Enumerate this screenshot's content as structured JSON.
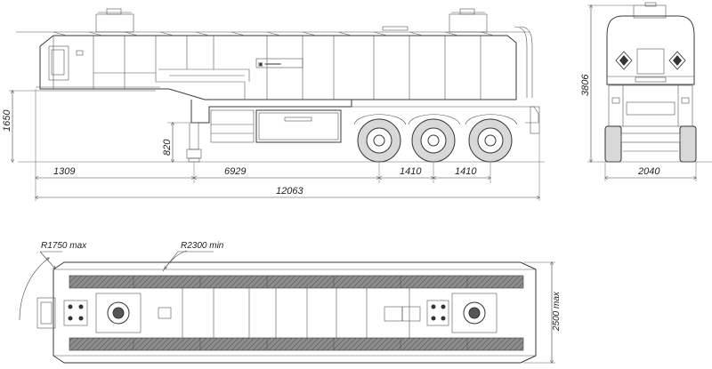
{
  "drawing": {
    "side_view": {
      "dims": {
        "height_1650": "1650",
        "height_820": "820",
        "len_1309": "1309",
        "len_6929": "6929",
        "len_1410_a": "1410",
        "len_1410_b": "1410",
        "total_length": "12063"
      },
      "logo_plate": "▣ ═════"
    },
    "front_view": {
      "dims": {
        "height_total": "3806",
        "width": "2040"
      }
    },
    "top_view": {
      "dims": {
        "radius_front": "R1750 max",
        "radius_rear": "R2300 min",
        "width_max": "2500 max"
      }
    }
  }
}
